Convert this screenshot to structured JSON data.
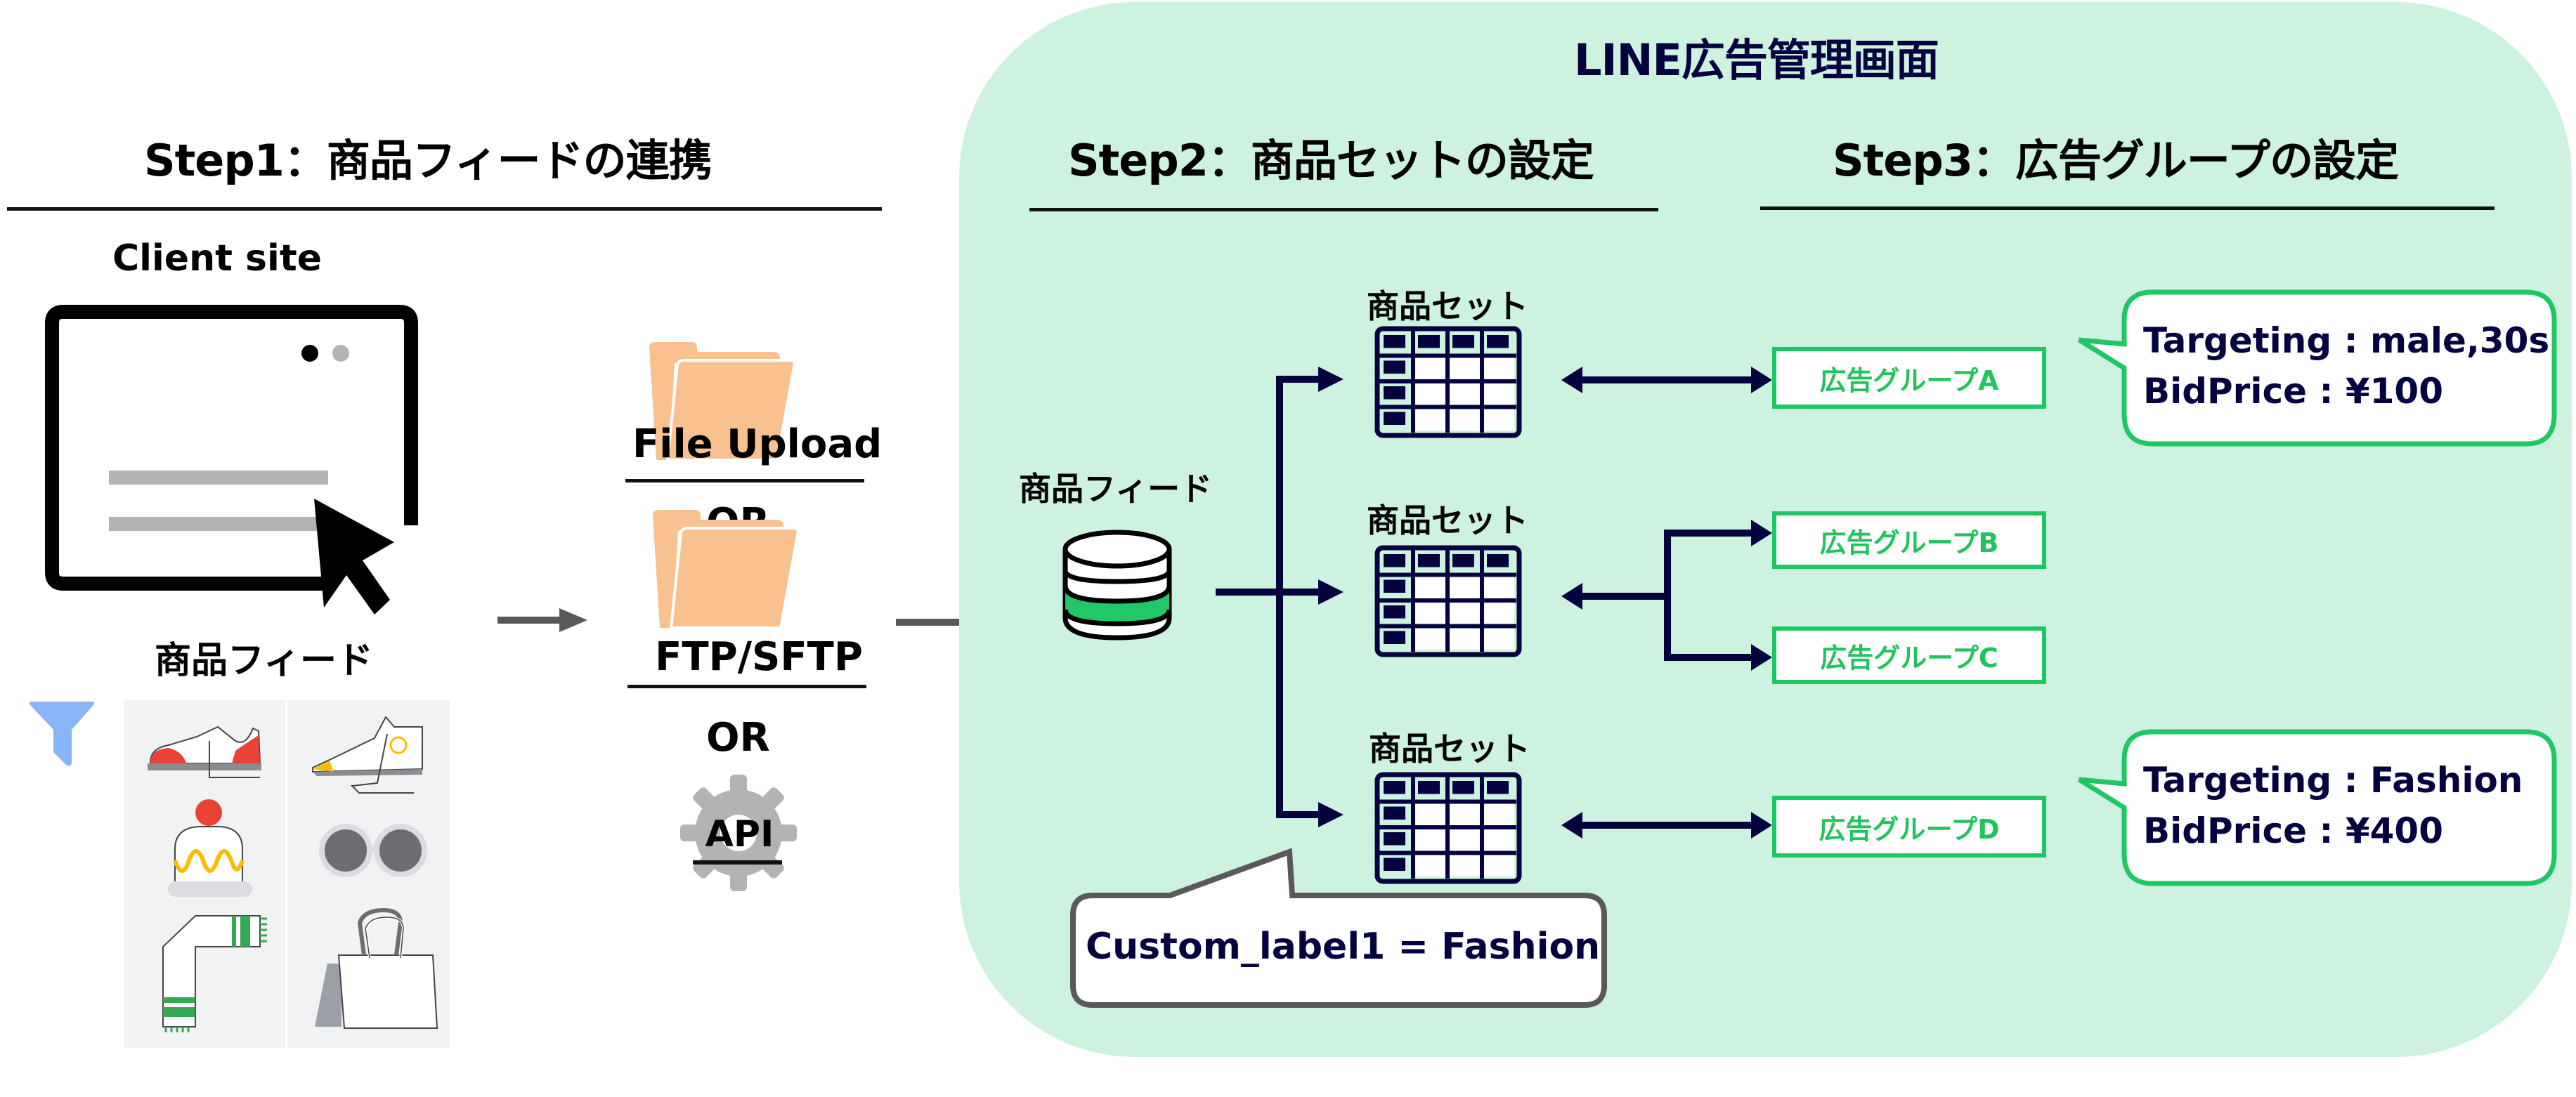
{
  "step1": {
    "title": "Step1：商品フィードの連携",
    "client_site_label": "Client site",
    "product_feed_label": "商品フィード",
    "products": [
      "shoe-icon",
      "sneaker-icon",
      "beanie-icon",
      "sunglasses-icon",
      "scarf-icon",
      "bag-icon"
    ],
    "methods": [
      {
        "label": "File Upload",
        "icon": "folder-icon"
      },
      {
        "label": "FTP/SFTP",
        "icon": "folder-icon"
      },
      {
        "label": "API",
        "icon": "gear-icon"
      }
    ],
    "or_label": "OR"
  },
  "panel": {
    "title": "LINE広告管理画面",
    "step2_title": "Step2：商品セットの設定",
    "step3_title": "Step3：広告グループの設定",
    "feed_label": "商品フィード",
    "product_sets": [
      {
        "label": "商品セット"
      },
      {
        "label": "商品セット"
      },
      {
        "label": "商品セット"
      }
    ],
    "custom_label_callout": "Custom_label1 = Fashion",
    "ad_groups": [
      {
        "label": "広告グループA"
      },
      {
        "label": "広告グループB"
      },
      {
        "label": "広告グループC"
      },
      {
        "label": "広告グループD"
      }
    ],
    "callouts": [
      {
        "targeting": "Targeting : male,30s",
        "bid": "BidPrice : ¥100"
      },
      {
        "targeting": "Targeting : Fashion",
        "bid": "BidPrice : ¥400"
      }
    ]
  },
  "colors": {
    "panel_bg": "#cdf2df",
    "navy": "#04023f",
    "accent_green": "#1fc764",
    "folder": "#f9c18f",
    "gear": "#b3b3b4",
    "arrow_gray": "#595959"
  }
}
